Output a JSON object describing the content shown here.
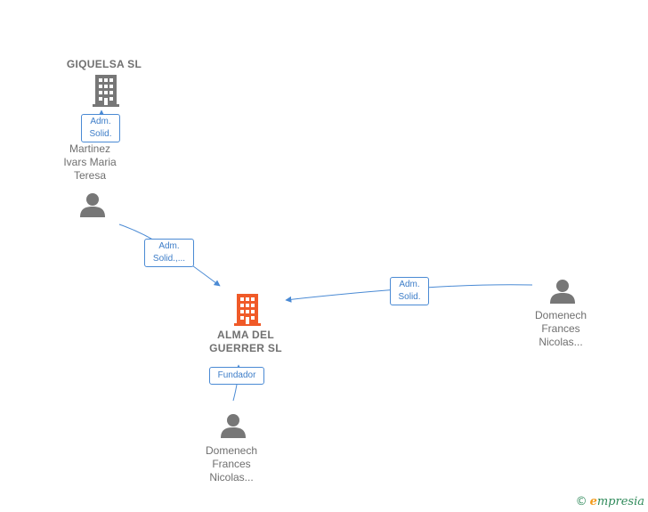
{
  "colors": {
    "edge": "#4a8ad4",
    "company_main": "#f05a28",
    "company_other": "#777777",
    "person": "#777777"
  },
  "nodes": {
    "giquelsa": {
      "label": "GIQUELSA  SL",
      "icon": "building-icon"
    },
    "martinez": {
      "label_lines": [
        "Martinez",
        "Ivars Maria",
        "Teresa"
      ],
      "icon": "person-icon"
    },
    "alma": {
      "label_lines": [
        "ALMA DEL",
        "GUERRER  SL"
      ],
      "icon": "building-icon"
    },
    "domenech_right": {
      "label_lines": [
        "Domenech",
        "Frances",
        "Nicolas..."
      ],
      "icon": "person-icon"
    },
    "domenech_bottom": {
      "label_lines": [
        "Domenech",
        "Frances",
        "Nicolas..."
      ],
      "icon": "person-icon"
    }
  },
  "edges": {
    "martinez_giquelsa": {
      "label_lines": [
        "Adm.",
        "Solid."
      ]
    },
    "martinez_alma": {
      "label_lines": [
        "Adm.",
        "Solid.,..."
      ]
    },
    "domenech_alma": {
      "label_lines": [
        "Adm.",
        "Solid."
      ]
    },
    "fundador": {
      "label_lines": [
        "Fundador"
      ]
    }
  },
  "brand": {
    "copyright": "©",
    "initial": "e",
    "rest": "mpresia"
  }
}
